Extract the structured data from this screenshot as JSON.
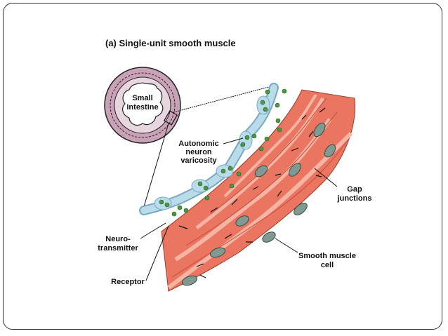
{
  "figure": {
    "title": "(a) Single-unit smooth muscle",
    "inset_label_line1": "Small",
    "inset_label_line2": "intestine",
    "labels": {
      "varicosity_l1": "Autonomic",
      "varicosity_l2": "neuron",
      "varicosity_l3": "varicosity",
      "gap_l1": "Gap",
      "gap_l2": "junctions",
      "neuro_l1": "Neuro-",
      "neuro_l2": "transmitter",
      "receptor": "Receptor",
      "smooth_l1": "Smooth muscle",
      "smooth_l2": "cell"
    },
    "colors": {
      "muscle": "#e8705e",
      "muscle_light": "#f4a391",
      "nucleus": "#7f9a90",
      "neuron": "#a9cfe0",
      "vesicle": "#4a9a40"
    }
  }
}
